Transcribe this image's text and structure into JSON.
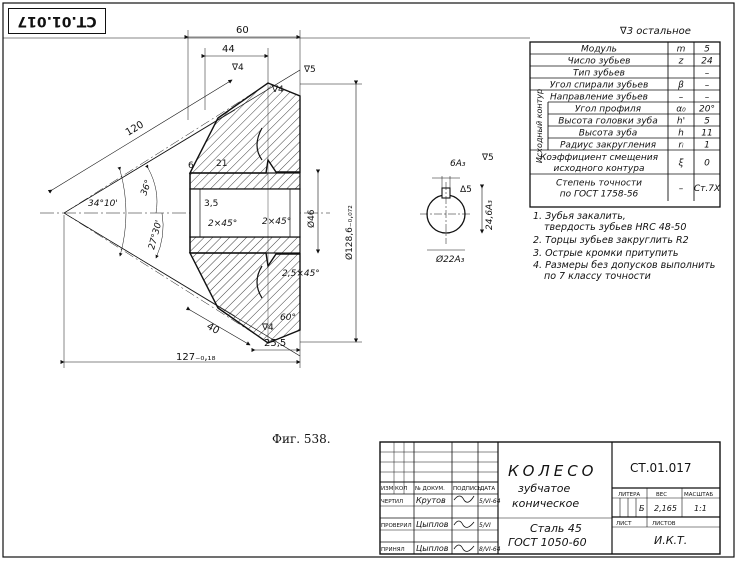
{
  "stamp_code": "СТ.01.017",
  "surface_note": "∇3 остальное",
  "figure_label": "Фиг. 538.",
  "params": [
    {
      "name": "Модуль",
      "sym": "m",
      "val": "5"
    },
    {
      "name": "Число зубьев",
      "sym": "z",
      "val": "24"
    },
    {
      "name": "Тип зубьев",
      "sym": "",
      "val": "–"
    },
    {
      "name": "Угол спирали зубьев",
      "sym": "β",
      "val": "–"
    },
    {
      "name": "Направление зубьев",
      "sym": "–",
      "val": "–"
    },
    {
      "name": "Угол профиля",
      "sym": "α₀",
      "val": "20°"
    },
    {
      "name": "Высота головки зуба",
      "sym": "h'",
      "val": "5"
    },
    {
      "name": "Высота зуба",
      "sym": "h",
      "val": "11"
    },
    {
      "name": "Радиус закругления",
      "sym": "rᵢ",
      "val": "1"
    },
    {
      "name": "Коэффициент смещения исходного контура",
      "sym": "ξ",
      "val": "0"
    },
    {
      "name": "Степень точности по ГОСТ 1758-56",
      "sym": "–",
      "val": "Ст.7Х"
    }
  ],
  "group_label": "Исходный контур",
  "notes": [
    "1. Зубья закалить, твердость зубьев HRC 48-50",
    "2. Торцы зубьев закруглить R2",
    "3. Острые кромки притупить",
    "4. Размеры без допусков выполнить по 7 классу точности"
  ],
  "dims": {
    "d60": "60",
    "d44": "44",
    "d120": "120",
    "d34": "34°10'",
    "d36": "36°",
    "d27": "27°30'",
    "d6": "6",
    "d21": "21",
    "d35": "3,5",
    "ch1": "2×45°",
    "ch2": "2×45°",
    "ch3": "2,5×45°",
    "d46": "Ø46",
    "d128": "Ø128,6₋₀,₀₇₂",
    "d40": "40",
    "d255": "25,5",
    "d127": "127₋₀,₁₈",
    "d60deg": "60°",
    "s1": "∇5",
    "s2": "∇4",
    "s3": "∇4",
    "s4": "∇4",
    "k6": "6А₃",
    "k246": "24,6А₃",
    "k22": "Ø22А₃",
    "kv5": "∇5",
    "kd5": "Δ5"
  },
  "title_block": {
    "name_line1": "КОЛЕСО",
    "name_line2": "зубчатое",
    "name_line3": "коническое",
    "code": "СТ.01.017",
    "material1": "Сталь 45",
    "material2": "ГОСТ 1050-60",
    "hdr_litera": "ЛИТЕРА",
    "hdr_ves": "ВЕС",
    "hdr_masshtab": "МАСШТАБ",
    "litera": "Б",
    "ves": "2,165",
    "masshtab": "1:1",
    "list": "ЛИСТ",
    "listov": "ЛИСТОВ",
    "org": "И.К.Т.",
    "col_izm": "ИЗМ",
    "col_kol": "КОЛ",
    "col_doc": "№ ДОКУМ.",
    "col_podp": "ПОДПИСЬ",
    "col_date": "ДАТА",
    "r1_role": "ЧЕРТИЛ",
    "r1_name": "Крутов",
    "r1_date": "5/VI-64",
    "r2_role": "ПРОВЕРИЛ",
    "r2_name": "Цыплов",
    "r2_date": "5/VI",
    "r3_role": "ПРИНЯЛ",
    "r3_name": "Цыплов",
    "r3_date": "8/VI-64"
  }
}
